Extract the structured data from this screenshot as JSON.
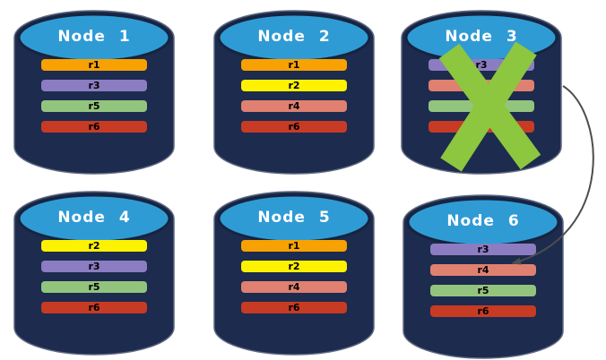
{
  "colors": {
    "background": "#FFFFFF",
    "cylinder_body": "#1C2B4E",
    "cylinder_outline": "#5E6880",
    "cylinder_top": "#2F9BD5",
    "title_text": "#FFFFFF",
    "bar_text": "#000000",
    "failure_x": "#8DC63F",
    "arrow": "#4D4D4D",
    "replica_orange": "#F8A102",
    "replica_yellow": "#FEF200",
    "replica_purple": "#8C7CC2",
    "replica_salmon": "#DF8070",
    "replica_green": "#93C47E",
    "replica_red": "#C73B24"
  },
  "nodes": [
    {
      "title": "Node 1",
      "failed": false,
      "replicas": [
        {
          "label": "r1",
          "color": "#F8A102"
        },
        {
          "label": "r3",
          "color": "#8C7CC2"
        },
        {
          "label": "r5",
          "color": "#93C47E"
        },
        {
          "label": "r6",
          "color": "#C73B24"
        }
      ]
    },
    {
      "title": "Node 2",
      "failed": false,
      "replicas": [
        {
          "label": "r1",
          "color": "#F8A102"
        },
        {
          "label": "r2",
          "color": "#FEF200"
        },
        {
          "label": "r4",
          "color": "#DF8070"
        },
        {
          "label": "r6",
          "color": "#C73B24"
        }
      ]
    },
    {
      "title": "Node 3",
      "failed": true,
      "replicas": [
        {
          "label": "r3",
          "color": "#8C7CC2"
        },
        {
          "label": "",
          "color": "#DF8070"
        },
        {
          "label": "",
          "color": "#93C47E"
        },
        {
          "label": "",
          "color": "#C73B24"
        }
      ]
    },
    {
      "title": "Node 4",
      "failed": false,
      "replicas": [
        {
          "label": "r2",
          "color": "#FEF200"
        },
        {
          "label": "r3",
          "color": "#8C7CC2"
        },
        {
          "label": "r5",
          "color": "#93C47E"
        },
        {
          "label": "r6",
          "color": "#C73B24"
        }
      ]
    },
    {
      "title": "Node 5",
      "failed": false,
      "replicas": [
        {
          "label": "r1",
          "color": "#F8A102"
        },
        {
          "label": "r2",
          "color": "#FEF200"
        },
        {
          "label": "r4",
          "color": "#DF8070"
        },
        {
          "label": "r6",
          "color": "#C73B24"
        }
      ]
    },
    {
      "title": "Node 6",
      "failed": false,
      "replicas": [
        {
          "label": "r3",
          "color": "#8C7CC2"
        },
        {
          "label": "r4",
          "color": "#DF8070"
        },
        {
          "label": "r5",
          "color": "#93C47E"
        },
        {
          "label": "r6",
          "color": "#C73B24"
        }
      ]
    }
  ],
  "arrow": {
    "from": "Node 3",
    "to": "Node 6"
  }
}
